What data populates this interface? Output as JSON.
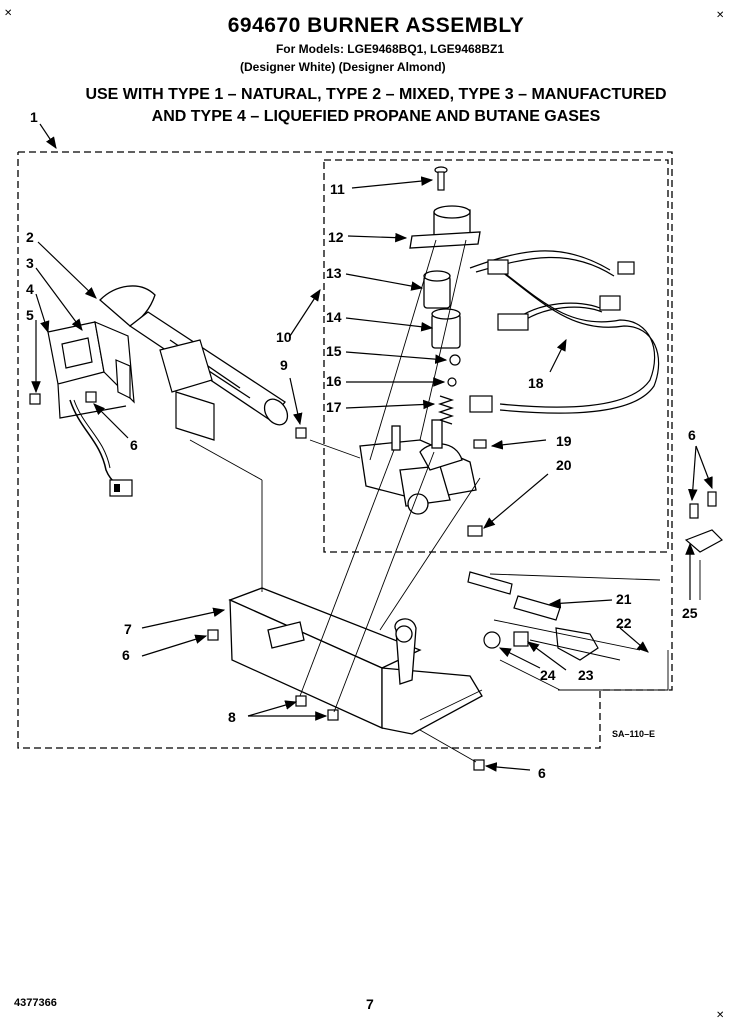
{
  "header": {
    "title": "694670 BURNER ASSEMBLY",
    "models": "For Models: LGE9468BQ1, LGE9468BZ1",
    "variants": "(Designer White)  (Designer Almond)",
    "gases_line1": "USE WITH TYPE 1 – NATURAL, TYPE 2 – MIXED, TYPE 3 – MANUFACTURED",
    "gases_line2": "AND TYPE 4 – LIQUEFIED PROPANE AND BUTANE GASES"
  },
  "callouts": {
    "c1": "1",
    "c2": "2",
    "c3": "3",
    "c4": "4",
    "c5": "5",
    "c6": "6",
    "c7": "7",
    "c8": "8",
    "c9": "9",
    "c10": "10",
    "c11": "11",
    "c12": "12",
    "c13": "13",
    "c14": "14",
    "c15": "15",
    "c16": "16",
    "c17": "17",
    "c18": "18",
    "c19": "19",
    "c20": "20",
    "c21": "21",
    "c22": "22",
    "c23": "23",
    "c24": "24",
    "c25": "25"
  },
  "footer": {
    "drawing_code": "SA–110–E",
    "part_number": "4377366",
    "page_number": "7"
  }
}
